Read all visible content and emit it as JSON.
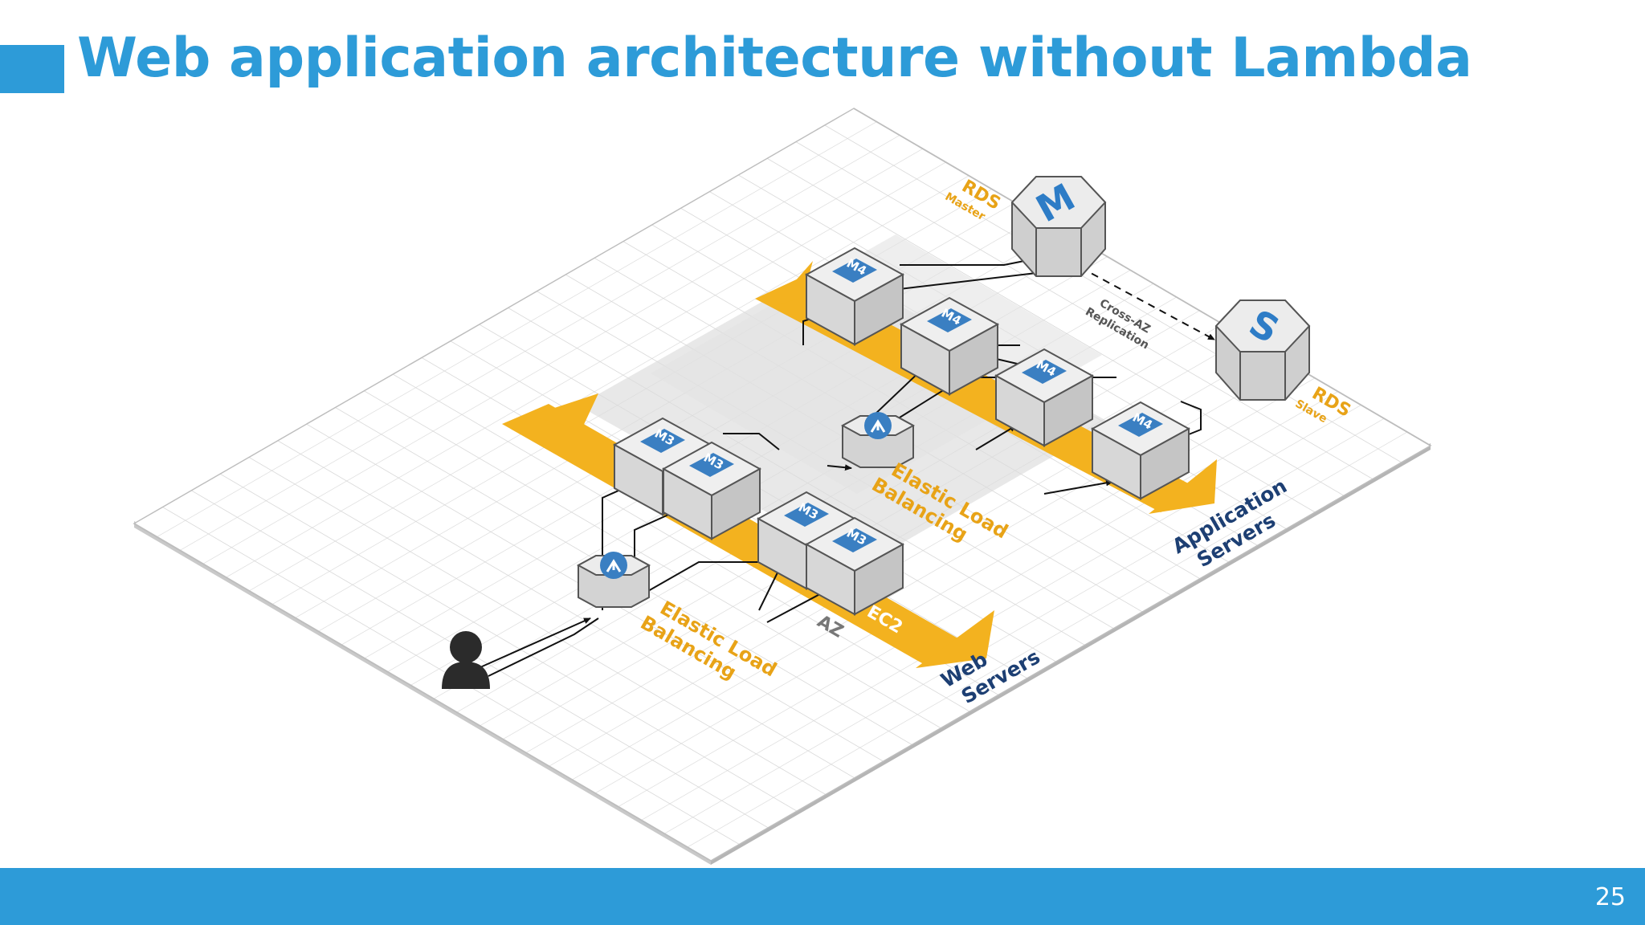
{
  "slide": {
    "title": "Web application architecture without Lambda",
    "page_number": "25"
  },
  "diagram": {
    "web_elb_label_1": "Elastic Load",
    "web_elb_label_2": "Balancing",
    "app_elb_label_1": "Elastic Load",
    "app_elb_label_2": "Balancing",
    "web_servers_label_1": "Web",
    "web_servers_label_2": "Servers",
    "app_servers_label_1": "Application",
    "app_servers_label_2": "Servers",
    "rds_master_title": "RDS",
    "rds_master_sub": "Master",
    "rds_slave_title": "RDS",
    "rds_slave_sub": "Slave",
    "replication_label_1": "Cross-AZ",
    "replication_label_2": "Replication",
    "ec2_label": "EC2",
    "az_label": "AZ",
    "master_letter": "M",
    "slave_letter": "S",
    "web_instance_label": "M3",
    "app_instance_label": "M4",
    "colors": {
      "accent": "#2d9bd8",
      "band": "#f3b21f",
      "label_orange": "#e8a317",
      "label_navy": "#1d3f73",
      "chip_blue": "#3a7fc2"
    }
  }
}
